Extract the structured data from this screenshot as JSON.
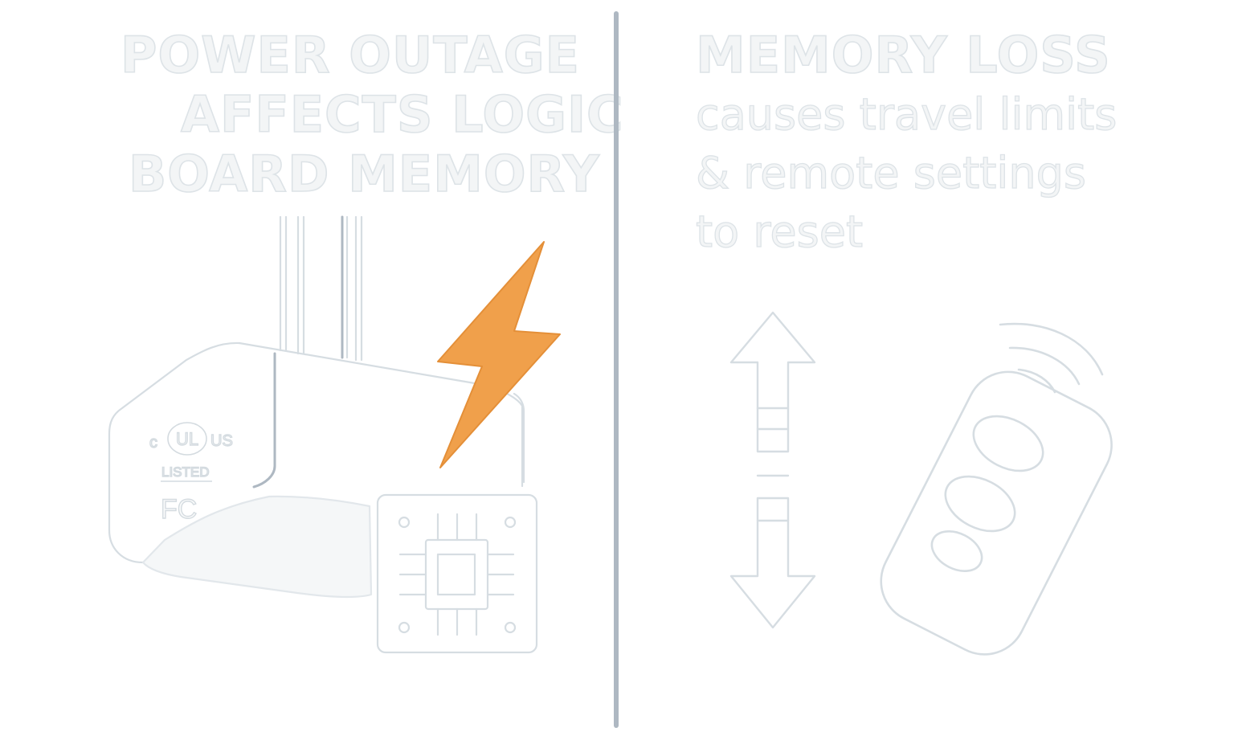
{
  "left_panel": {
    "heading": {
      "line1": "POWER OUTAGE",
      "line2": "AFFECTS LOGIC",
      "line3": "BOARD MEMORY"
    },
    "markings": {
      "cert_c": "c",
      "cert_ul": "UL",
      "cert_us": "US",
      "listed": "LISTED",
      "fcc": "FC"
    }
  },
  "right_panel": {
    "heading": "MEMORY LOSS",
    "subtext": {
      "line1": "causes travel limits",
      "line2": "& remote settings",
      "line3": "to reset"
    }
  },
  "icons": {
    "opener": "garage-door-opener-icon",
    "bolt": "lightning-bolt-icon",
    "chip": "logic-board-chip-icon",
    "limits": "travel-limit-arrows-icon",
    "remote": "remote-control-icon",
    "signal": "wireless-signal-icon"
  },
  "colors": {
    "background": "#ffffff",
    "outline": "#d6dde2",
    "divider": "#aeb8c2",
    "rod": "#aeb8c2",
    "bolt": "#f0a04b"
  }
}
